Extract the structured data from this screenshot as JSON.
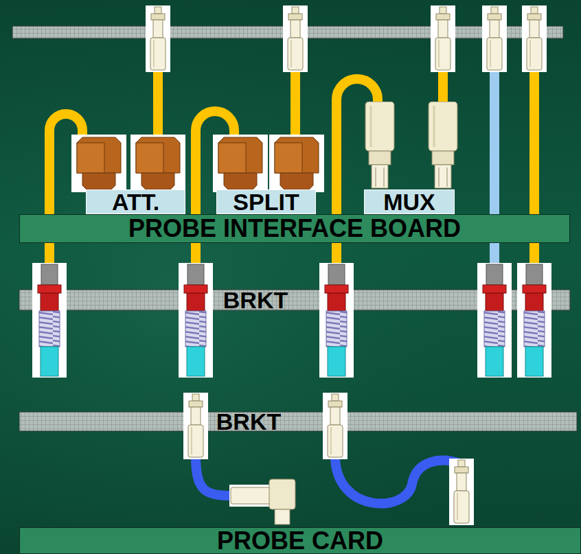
{
  "diagram": {
    "nodes": [
      {
        "text": [
          "ATT."
        ]
      },
      {
        "text": [
          "SPLIT"
        ]
      },
      {
        "text": [
          "MUX"
        ]
      },
      {
        "text": [
          "PROBE INTERFACE BOARD"
        ]
      },
      {
        "text": [
          "BRKT"
        ]
      },
      {
        "text": [
          "BRKT"
        ]
      },
      {
        "text": [
          "PROBE CARD"
        ]
      }
    ]
  }
}
